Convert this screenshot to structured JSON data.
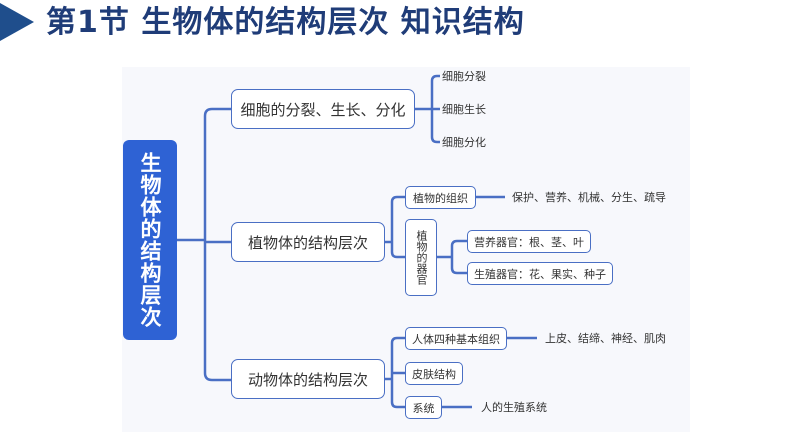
{
  "header": {
    "title": "第1节  生物体的结构层次  知识结构"
  },
  "colors": {
    "accent": "#2e62d4",
    "line": "#4a6fc4",
    "title": "#1f3c78"
  },
  "mindmap": {
    "root": "生物体的结构层次",
    "branches": [
      {
        "label": "细胞的分裂、生长、分化",
        "leaves": [
          "细胞分裂",
          "细胞生长",
          "细胞分化"
        ]
      },
      {
        "label": "植物体的结构层次",
        "tissue": {
          "label": "植物的组织",
          "detail": "保护、营养、机械、分生、疏导"
        },
        "organ": {
          "label": "植物的器官",
          "children": [
            "营养器官：根、茎、叶",
            "生殖器官：花、果实、种子"
          ]
        }
      },
      {
        "label": "动物体的结构层次",
        "children": [
          {
            "label": "人体四种基本组织",
            "detail": "上皮、结缔、神经、肌肉"
          },
          {
            "label": "皮肤结构"
          },
          {
            "label": "系统",
            "detail": "人的生殖系统"
          }
        ]
      }
    ]
  }
}
